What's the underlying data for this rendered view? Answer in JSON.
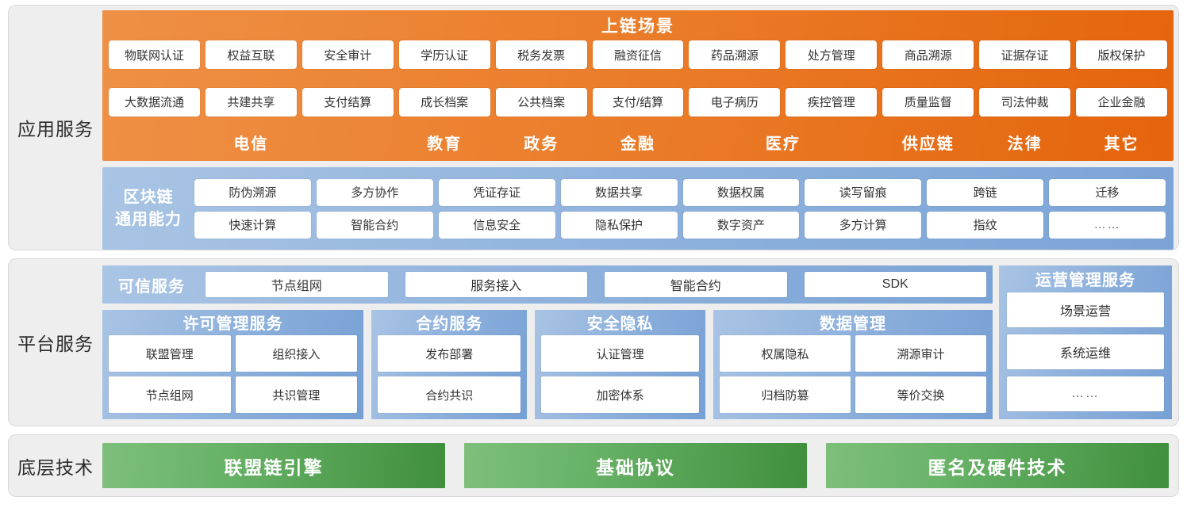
{
  "layers": {
    "application": "应用服务",
    "platform": "平台服务",
    "underlying": "底层技术"
  },
  "colors": {
    "orange_light": "#ee9045",
    "orange_dark": "#e5640d",
    "blue_light": "#a9c4e4",
    "blue_dark": "#76a0d4",
    "green_light": "#7dbf7b",
    "green_dark": "#3f8f3d",
    "panel_bg": "#eeeeee"
  },
  "application": {
    "scene": {
      "title": "上链场景",
      "row1": [
        "物联网认证",
        "权益互联",
        "安全审计",
        "学历认证",
        "税务发票",
        "融资征信",
        "药品溯源",
        "处方管理",
        "商品溯源",
        "证据存证",
        "版权保护"
      ],
      "row2": [
        "大数据流通",
        "共建共享",
        "支付结算",
        "成长档案",
        "公共档案",
        "支付/结算",
        "电子病历",
        "疾控管理",
        "质量监督",
        "司法仲裁",
        "企业金融"
      ],
      "categories": [
        {
          "label": "电信",
          "span": 3
        },
        {
          "label": "教育",
          "span": 1
        },
        {
          "label": "政务",
          "span": 1
        },
        {
          "label": "金融",
          "span": 1
        },
        {
          "label": "医疗",
          "span": 2
        },
        {
          "label": "供应链",
          "span": 1
        },
        {
          "label": "法律",
          "span": 1
        },
        {
          "label": "其它",
          "span": 1
        }
      ]
    },
    "capability": {
      "label_line1": "区块链",
      "label_line2": "通用能力",
      "row1": [
        "防伪溯源",
        "多方协作",
        "凭证存证",
        "数据共享",
        "数据权属",
        "读写留痕",
        "跨链",
        "迁移"
      ],
      "row2": [
        "快速计算",
        "智能合约",
        "信息安全",
        "隐私保护",
        "数字资产",
        "多方计算",
        "指纹",
        "……"
      ]
    }
  },
  "platform": {
    "trusted": {
      "label": "可信服务",
      "items": [
        "节点组网",
        "服务接入",
        "智能合约",
        "SDK"
      ]
    },
    "groups": [
      {
        "title": "许可管理服务",
        "cols": 2,
        "items": [
          "联盟管理",
          "组织接入",
          "节点组网",
          "共识管理"
        ],
        "flex": 2.05
      },
      {
        "title": "合约服务",
        "cols": 1,
        "items": [
          "发布部署",
          "合约共识"
        ],
        "flex": 1.18
      },
      {
        "title": "安全隐私",
        "cols": 1,
        "items": [
          "认证管理",
          "加密体系"
        ],
        "flex": 1.3
      },
      {
        "title": "数据管理",
        "cols": 2,
        "items": [
          "权属隐私",
          "溯源审计",
          "归档防篡",
          "等价交换"
        ],
        "flex": 2.2
      }
    ],
    "operations": {
      "title": "运营管理服务",
      "items": [
        "场景运营",
        "系统运维",
        "……"
      ]
    }
  },
  "underlying": {
    "items": [
      "联盟链引擎",
      "基础协议",
      "匿名及硬件技术"
    ]
  }
}
